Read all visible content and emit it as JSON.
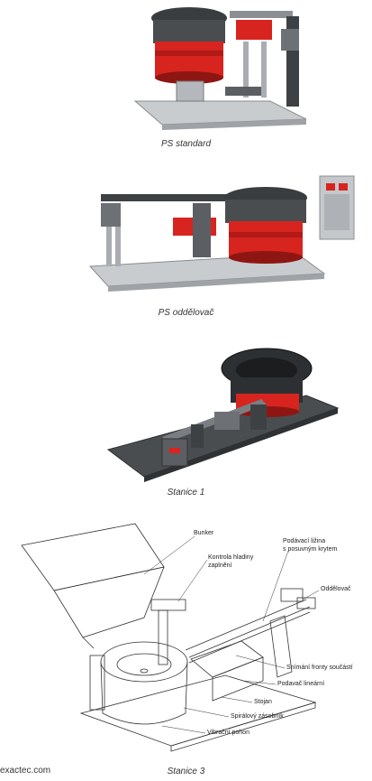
{
  "figures": [
    {
      "caption": "PS standard"
    },
    {
      "caption": "PS oddělovač"
    },
    {
      "caption": "Stanice 1"
    },
    {
      "caption": "Stanice 3"
    }
  ],
  "diagram_labels": {
    "bunker": "Bunker",
    "kontrola_1": "Kontrola hladiny",
    "kontrola_2": "zaplnění",
    "podavaci_1": "Podávací ližina",
    "podavaci_2": "s posuvným krytem",
    "oddelovac": "Oddělovač",
    "snimani": "Snímání fronty součástí",
    "podavac": "Podavač lineární",
    "stojan": "Stojan",
    "spiralovy": "Spirálový zásobník",
    "vibracni": "Vibrační pohon"
  },
  "footer": {
    "site": "exactec.com"
  }
}
